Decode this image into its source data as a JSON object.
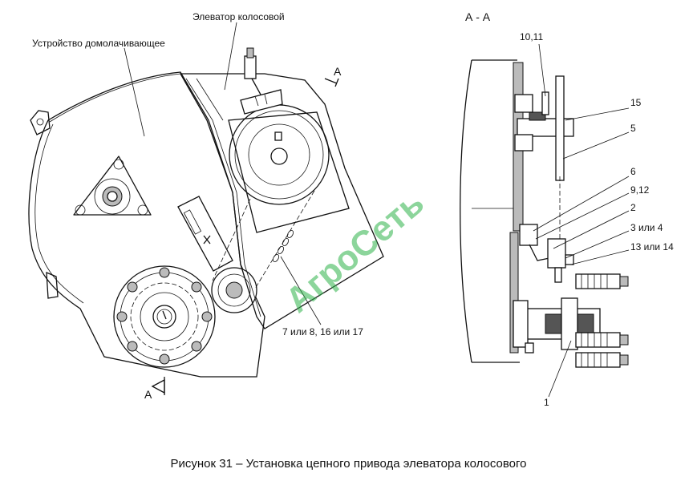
{
  "labels": {
    "domolach": "Устройство домолачивающее",
    "elevator": "Элеватор колосовой",
    "section_top": "А",
    "section_bottom": "А",
    "section_title": "А - А",
    "p10_11": "10,11",
    "p15": "15",
    "p5": "5",
    "p6": "6",
    "p9_12": "9,12",
    "p2": "2",
    "p3_4": "3 или 4",
    "p13_14": "13 или 14",
    "p1": "1",
    "p7_8": "7 или 8, 16 или 17"
  },
  "watermark": "АгроСеть",
  "caption": "Рисунок 31 – Установка цепного привода элеватора колосового"
}
